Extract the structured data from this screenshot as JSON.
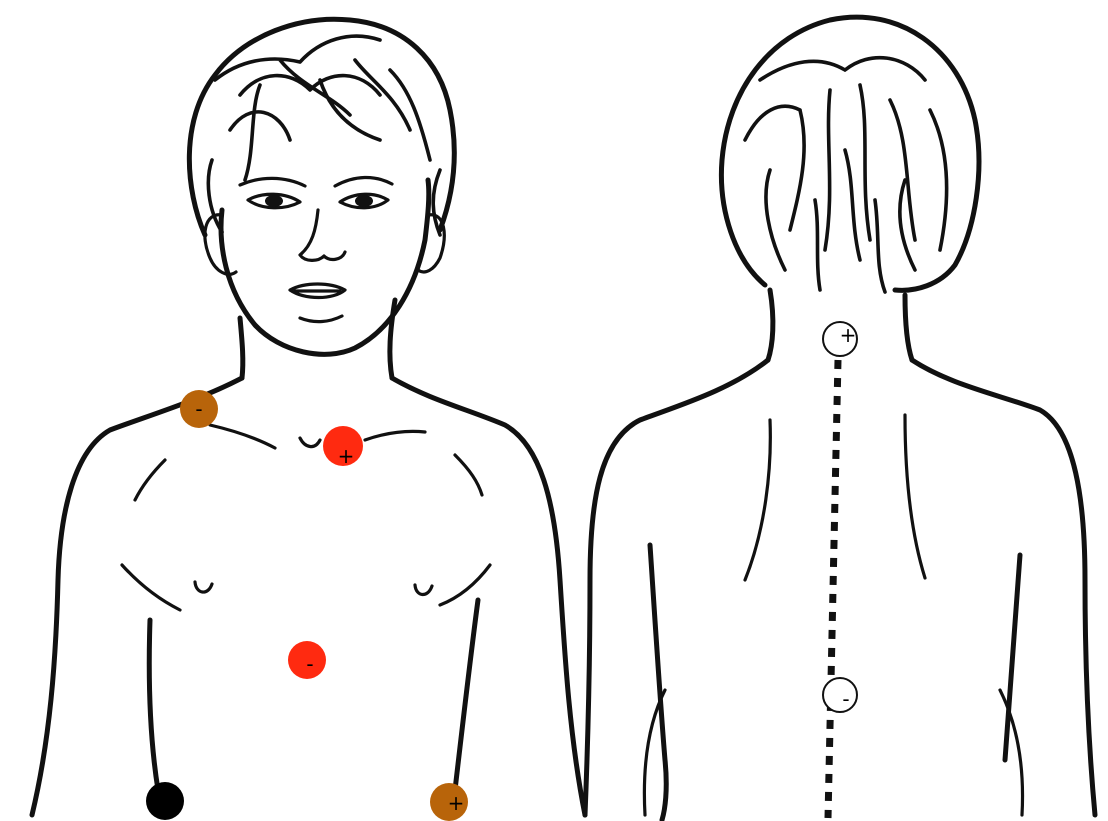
{
  "figures": [
    {
      "name": "front-view"
    },
    {
      "name": "back-view"
    }
  ],
  "electrodes": [
    {
      "id": "front-right-shoulder",
      "color": "#b8640a",
      "sign": "-"
    },
    {
      "id": "front-upper-sternum",
      "color": "#ff2a10",
      "sign": "+"
    },
    {
      "id": "front-lower-sternum",
      "color": "#ff2a10",
      "sign": "-"
    },
    {
      "id": "front-lower-left",
      "color": "#b8640a",
      "sign": "+"
    },
    {
      "id": "front-lower-right",
      "color": "#000000",
      "sign": ""
    },
    {
      "id": "back-neck",
      "color": "#ffffff",
      "sign": "+"
    },
    {
      "id": "back-spine",
      "color": "#ffffff",
      "sign": "-"
    }
  ]
}
